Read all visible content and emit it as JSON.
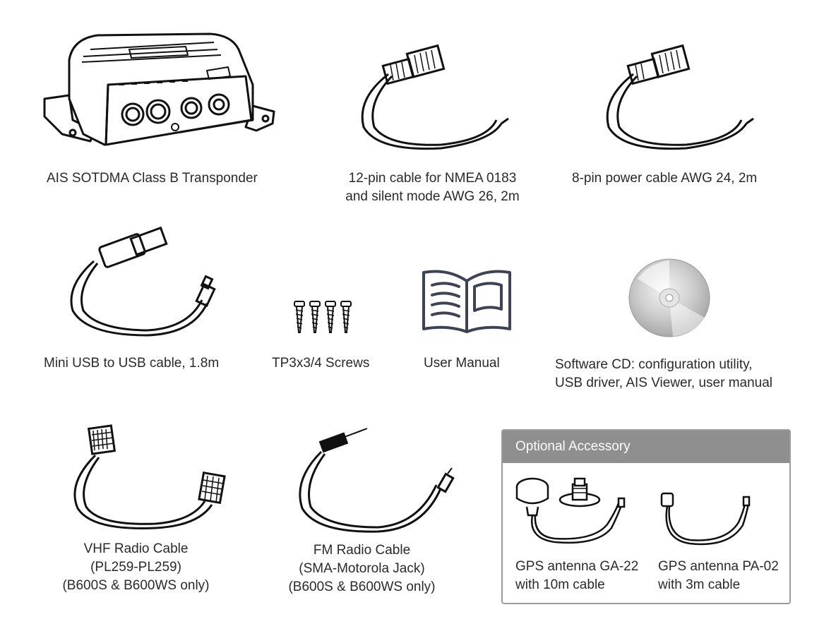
{
  "items": {
    "transponder": {
      "label": "AIS SOTDMA Class B Transponder"
    },
    "cable_12pin": {
      "lines": [
        "12-pin cable for NMEA 0183",
        "and silent mode AWG 26, 2m"
      ]
    },
    "cable_8pin": {
      "label": "8-pin power cable AWG 24, 2m"
    },
    "usb_cable": {
      "label": "Mini USB to USB cable, 1.8m"
    },
    "screws": {
      "label": "TP3x3/4 Screws"
    },
    "manual": {
      "label": "User Manual"
    },
    "cd": {
      "lines": [
        "Software CD: configuration utility,",
        "USB driver, AIS Viewer, user manual"
      ]
    },
    "vhf_cable": {
      "lines": [
        "VHF Radio Cable",
        "(PL259-PL259)",
        "(B600S & B600WS only)"
      ]
    },
    "fm_cable": {
      "lines": [
        "FM Radio Cable",
        "(SMA-Motorola Jack)",
        "(B600S & B600WS only)"
      ]
    }
  },
  "optional": {
    "title": "Optional Accessory",
    "ga22": {
      "lines": [
        "GPS antenna GA-22",
        "with 10m cable"
      ]
    },
    "pa02": {
      "lines": [
        "GPS antenna PA-02",
        "with 3m cable"
      ]
    }
  },
  "colors": {
    "header_bg": "#8f8f8f",
    "box_border": "#9c9c9c",
    "manual_stroke": "#3d4357",
    "line_art": "#111111"
  }
}
